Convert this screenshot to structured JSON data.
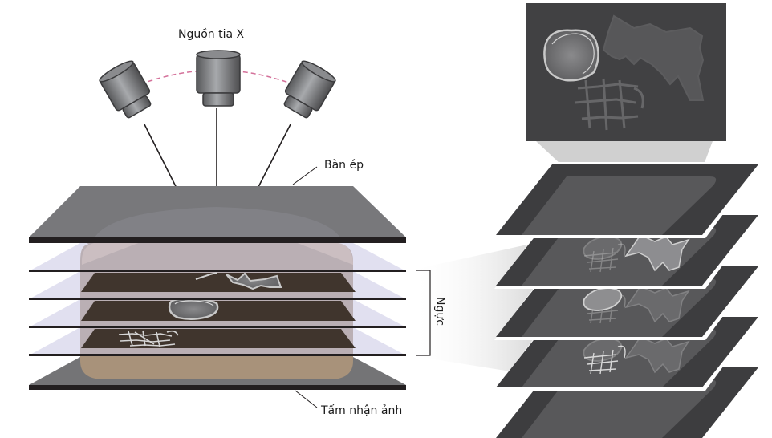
{
  "title": "Chụp cắt lớp tuyến vú (Tomosynthesis)",
  "labels": {
    "xray_source": "Nguồn tia X",
    "compression_plate": "Bàn ép",
    "breast": "Ngực",
    "detector": "Tấm nhận ảnh"
  },
  "colors": {
    "source_body": "#6d6e71",
    "compression_plate": "#7b7b7e",
    "plate_edge": "#231f20",
    "slice_plane": "#c9c7e4",
    "breast_tissue": "#a8927a",
    "slice_tissue": "#40352d",
    "arc_dashed": "#d4719a",
    "recon_bg": "#414143",
    "recon_slab": "#3d3d3f",
    "recon_slab_inner": "#58585a",
    "projection_beam": "#d0d0d0"
  },
  "xray_sources": [
    {
      "name": "source-left",
      "angle": -30
    },
    {
      "name": "source-center",
      "angle": 0
    },
    {
      "name": "source-right",
      "angle": 30
    }
  ],
  "slices": [
    {
      "name": "slice-1",
      "feature": "spiculated-mass"
    },
    {
      "name": "slice-2",
      "feature": "round-lesion"
    },
    {
      "name": "slice-3",
      "feature": "fibrous-network"
    }
  ],
  "reconstructed_slices": [
    {
      "name": "recon-slice-top",
      "feature": "none"
    },
    {
      "name": "recon-slice-2",
      "feature": "spiculated-mass"
    },
    {
      "name": "recon-slice-3",
      "feature": "round-lesion"
    },
    {
      "name": "recon-slice-4",
      "feature": "fibrous-network"
    },
    {
      "name": "recon-slice-bottom",
      "feature": "none"
    }
  ]
}
